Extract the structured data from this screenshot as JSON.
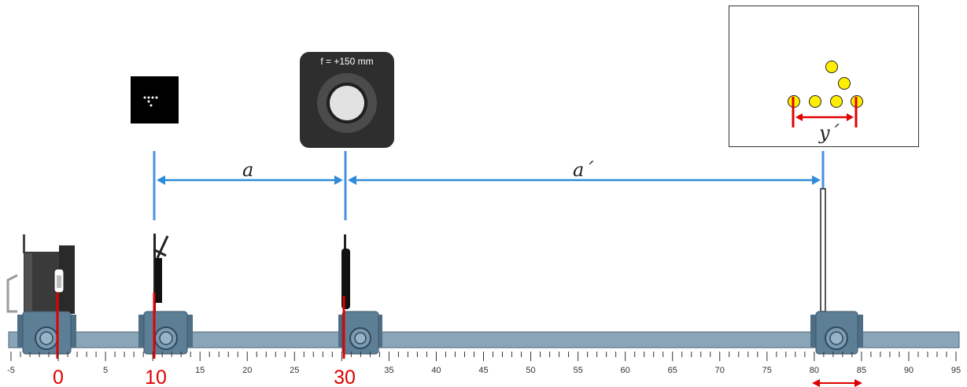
{
  "lens_card": {
    "label": "f = +150 mm"
  },
  "dimension_labels": {
    "object_distance": "a",
    "image_distance": "a´",
    "image_size": "y´"
  },
  "ruler": {
    "min": -5,
    "max": 95,
    "tick_labels": [
      "-5",
      "5",
      "15",
      "20",
      "25",
      "35",
      "40",
      "45",
      "50",
      "55",
      "60",
      "65",
      "70",
      "75",
      "80",
      "85",
      "90",
      "95"
    ],
    "highlighted_labels": [
      "0",
      "10",
      "30"
    ]
  },
  "positions_cm": {
    "lamp": 0,
    "slide": 10,
    "lens": 30,
    "screen": 80.5
  },
  "colors": {
    "dimension": "#2e8bd8",
    "highlight": "#e00000",
    "rail": "#8aa4b8",
    "rider": "#5d7f96",
    "dot": "#ffee00"
  }
}
